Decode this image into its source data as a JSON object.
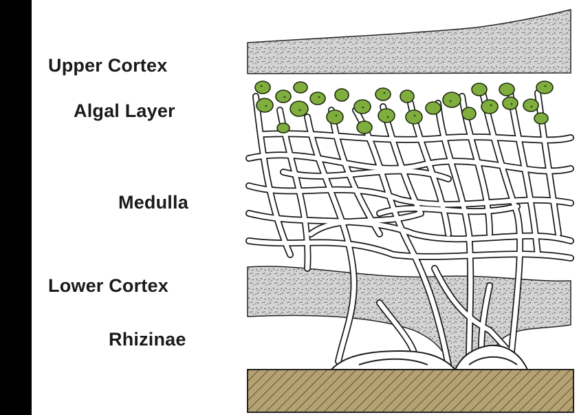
{
  "labels": {
    "upper_cortex": "Upper Cortex",
    "algal_layer": "Algal Layer",
    "medulla": "Medulla",
    "lower_cortex": "Lower Cortex",
    "rhizinae": "Rhizinae"
  },
  "colors": {
    "cortex": "#d4d4d4",
    "algae": "#7fae3e",
    "algae_dark": "#2f4a12",
    "substrate": "#b5a273",
    "frame": "#000000"
  }
}
